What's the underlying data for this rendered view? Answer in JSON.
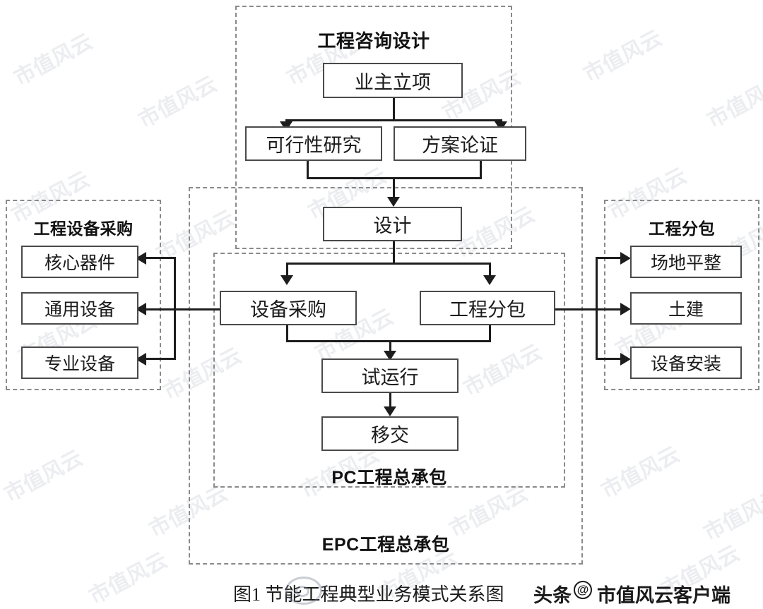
{
  "figure": {
    "caption": "图1 节能工程典型业务模式关系图"
  },
  "groups": {
    "consulting": {
      "title": "工程咨询设计"
    },
    "equipment_procurement": {
      "title": "工程设备采购"
    },
    "subcontracting": {
      "title": "工程分包"
    },
    "pc": {
      "title": "PC工程总承包"
    },
    "epc": {
      "title": "EPC工程总承包"
    }
  },
  "nodes": {
    "owner_project": "业主立项",
    "feasibility": "可行性研究",
    "scheme": "方案论证",
    "design": "设计",
    "equipment_purchase": "设备采购",
    "engineering_subcontract": "工程分包",
    "trial_run": "试运行",
    "handover": "移交"
  },
  "left_items": [
    {
      "label": "核心器件"
    },
    {
      "label": "通用设备"
    },
    {
      "label": "专业设备"
    }
  ],
  "right_items": [
    {
      "label": "场地平整"
    },
    {
      "label": "土建"
    },
    {
      "label": "设备安装"
    }
  ],
  "branding": {
    "prefix": "头条",
    "at": "@",
    "account": "市值风云客户端"
  },
  "watermark": {
    "text": "市值风云"
  },
  "colors": {
    "box_border": "#4a4a4a",
    "group_border": "#8a8a8a",
    "connector": "#1d1d1d",
    "text": "#1a1a1a",
    "background": "#ffffff"
  }
}
